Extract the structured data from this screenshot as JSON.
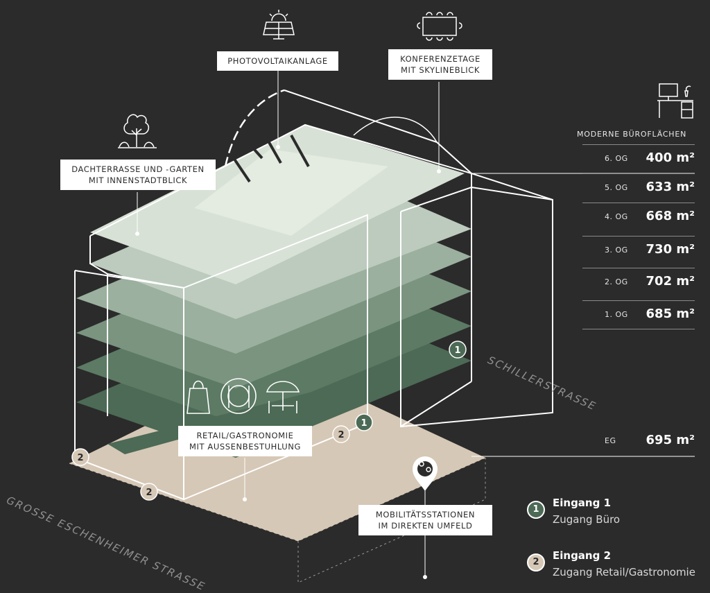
{
  "callouts": {
    "pv": "PHOTOVOLTAIKANLAGE",
    "konferenz_line1": "KONFERENZETAGE",
    "konferenz_line2": "MIT SKYLINEBLICK",
    "dach_line1": "DACHTERRASSE UND -GARTEN",
    "dach_line2": "MIT INNENSTADTBLICK",
    "retail_line1": "RETAIL/GASTRONOMIE",
    "retail_line2": "MIT AUSSENBESTUHLUNG",
    "mobil_line1": "MOBILITÄTSSTATIONEN",
    "mobil_line2": "IM DIREKTEN UMFELD"
  },
  "offices": {
    "title": "MODERNE BÜROFLÄCHEN",
    "floors": [
      {
        "floor": "6. OG",
        "area": "400 m²"
      },
      {
        "floor": "5. OG",
        "area": "633 m²"
      },
      {
        "floor": "4. OG",
        "area": "668 m²"
      },
      {
        "floor": "3. OG",
        "area": "730 m²"
      },
      {
        "floor": "2. OG",
        "area": "702 m²"
      },
      {
        "floor": "1. OG",
        "area": "685 m²"
      }
    ],
    "ground": {
      "floor": "EG",
      "area": "695 m²"
    }
  },
  "legend": [
    {
      "number": "1",
      "title": "Eingang 1",
      "subtitle": "Zugang Büro",
      "color": "#4c6a55"
    },
    {
      "number": "2",
      "title": "Eingang 2",
      "subtitle": "Zugang Retail/Gastronomie",
      "color": "#d6c8b6"
    }
  ],
  "streets": {
    "schiller": "SCHILLERSTRASSE",
    "eschenheimer": "GROSSE ESCHENHEIMER STRASSE"
  },
  "icons": [
    "solar-panel-icon",
    "conference-table-icon",
    "desk-icon",
    "tree-icon",
    "shopping-bag-icon",
    "restaurant-icon",
    "parasol-icon",
    "mobility-pin-icon"
  ],
  "colors": {
    "background": "#2b2b2b",
    "floor_light": "#dfe7dc",
    "floor_dark": "#4c6a55",
    "ground": "#d6c8b6"
  }
}
